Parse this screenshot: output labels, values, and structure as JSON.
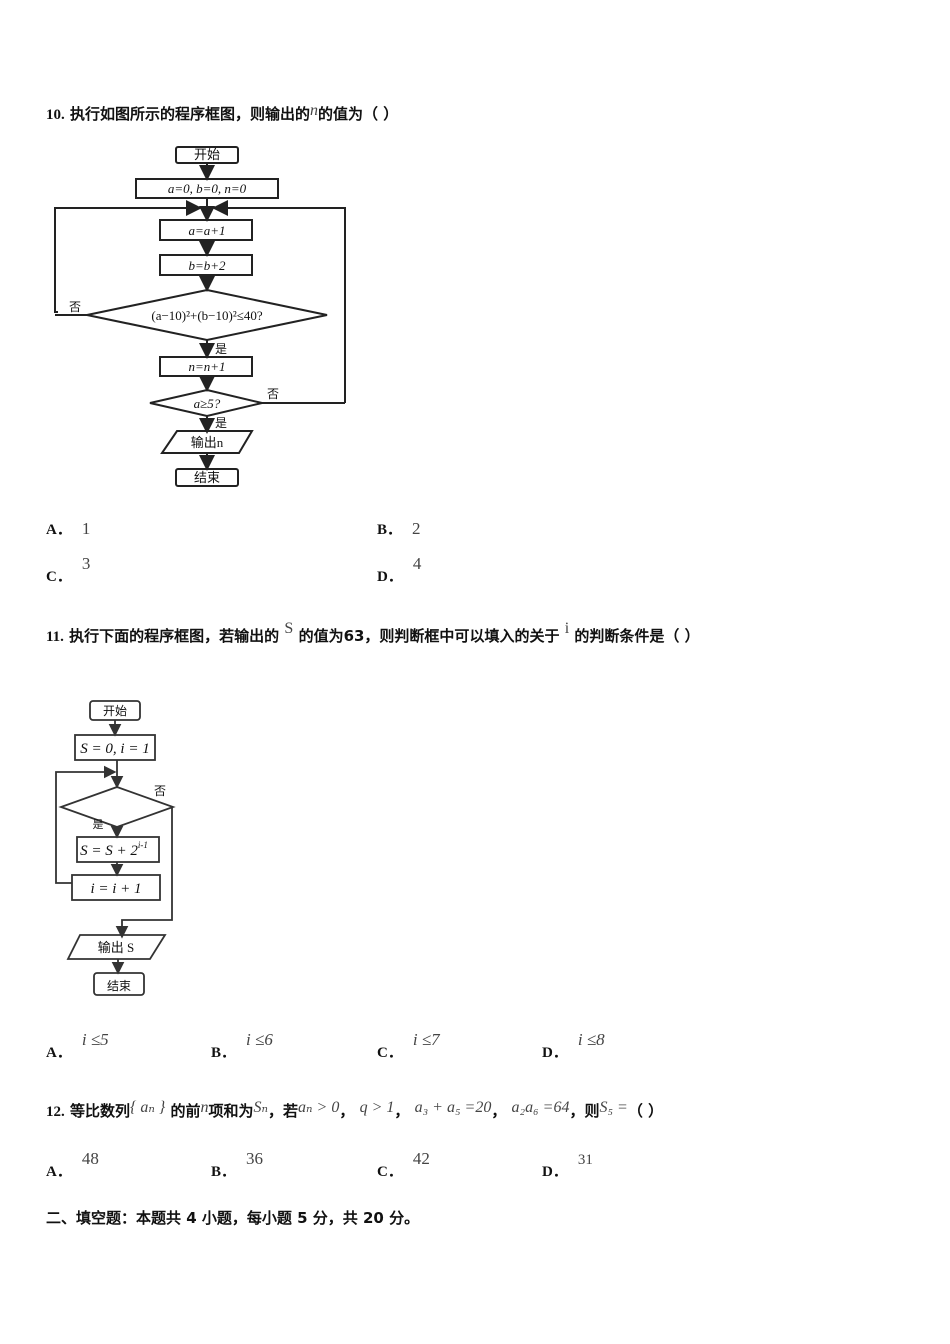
{
  "questions": [
    {
      "number": "10.",
      "text_before": "执行如图所示的程序框图，则输出的",
      "var": "n",
      "text_after": "的值为（    ）",
      "flowchart": {
        "start": "开始",
        "init": "a=0, b=0, n=0",
        "step1": "a=a+1",
        "step2": "b=b+2",
        "cond1": "(a−10)²+(b−10)²≤40?",
        "cond1_no": "否",
        "cond1_yes": "是",
        "step3": "n=n+1",
        "cond2": "a≥5?",
        "cond2_no": "否",
        "cond2_yes": "是",
        "output": "输出n",
        "end": "结束"
      },
      "options": [
        {
          "letter": "A．",
          "value": "1"
        },
        {
          "letter": "B．",
          "value": "2"
        },
        {
          "letter": "C．",
          "value": "3"
        },
        {
          "letter": "D．",
          "value": "4"
        }
      ]
    },
    {
      "number": "11.",
      "text_before": "执行下面的程序框图，若输出的",
      "var1": "S",
      "text_mid": "的值为63，则判断框中可以填入的关于",
      "var2": "i",
      "text_after": "的判断条件是（  ）",
      "flowchart": {
        "start": "开始",
        "init": "S = 0, i = 1",
        "cond_no": "否",
        "cond_yes": "是",
        "step1_base": "S = S + 2",
        "step1_exp": "i-1",
        "step2": "i = i + 1",
        "output": "输出 S",
        "end": "结束"
      },
      "options": [
        {
          "letter": "A．",
          "value": "i ≤5"
        },
        {
          "letter": "B．",
          "value": "i ≤6"
        },
        {
          "letter": "C．",
          "value": "i ≤7"
        },
        {
          "letter": "D．",
          "value": "i ≤8"
        }
      ]
    },
    {
      "number": "12.",
      "text1": "等比数列",
      "seq": "{ aₙ }",
      "text2": "的前",
      "n": "n",
      "text3": "项和为",
      "sn": "Sₙ",
      "text4": "，若",
      "cond1": "aₙ > 0",
      "cond2": "q > 1",
      "cond3": "a₃ + a₅ =20",
      "cond4": "a₂a₆ =64",
      "text5": "，则",
      "s5": "S₅ =",
      "text6": "（ ）",
      "options": [
        {
          "letter": "A．",
          "value": "48"
        },
        {
          "letter": "B．",
          "value": "36"
        },
        {
          "letter": "C．",
          "value": "42"
        },
        {
          "letter": "D．",
          "value": "31"
        }
      ]
    }
  ],
  "section_heading": "二、填空题：本题共 4 小题，每小题 5 分，共 20 分。"
}
